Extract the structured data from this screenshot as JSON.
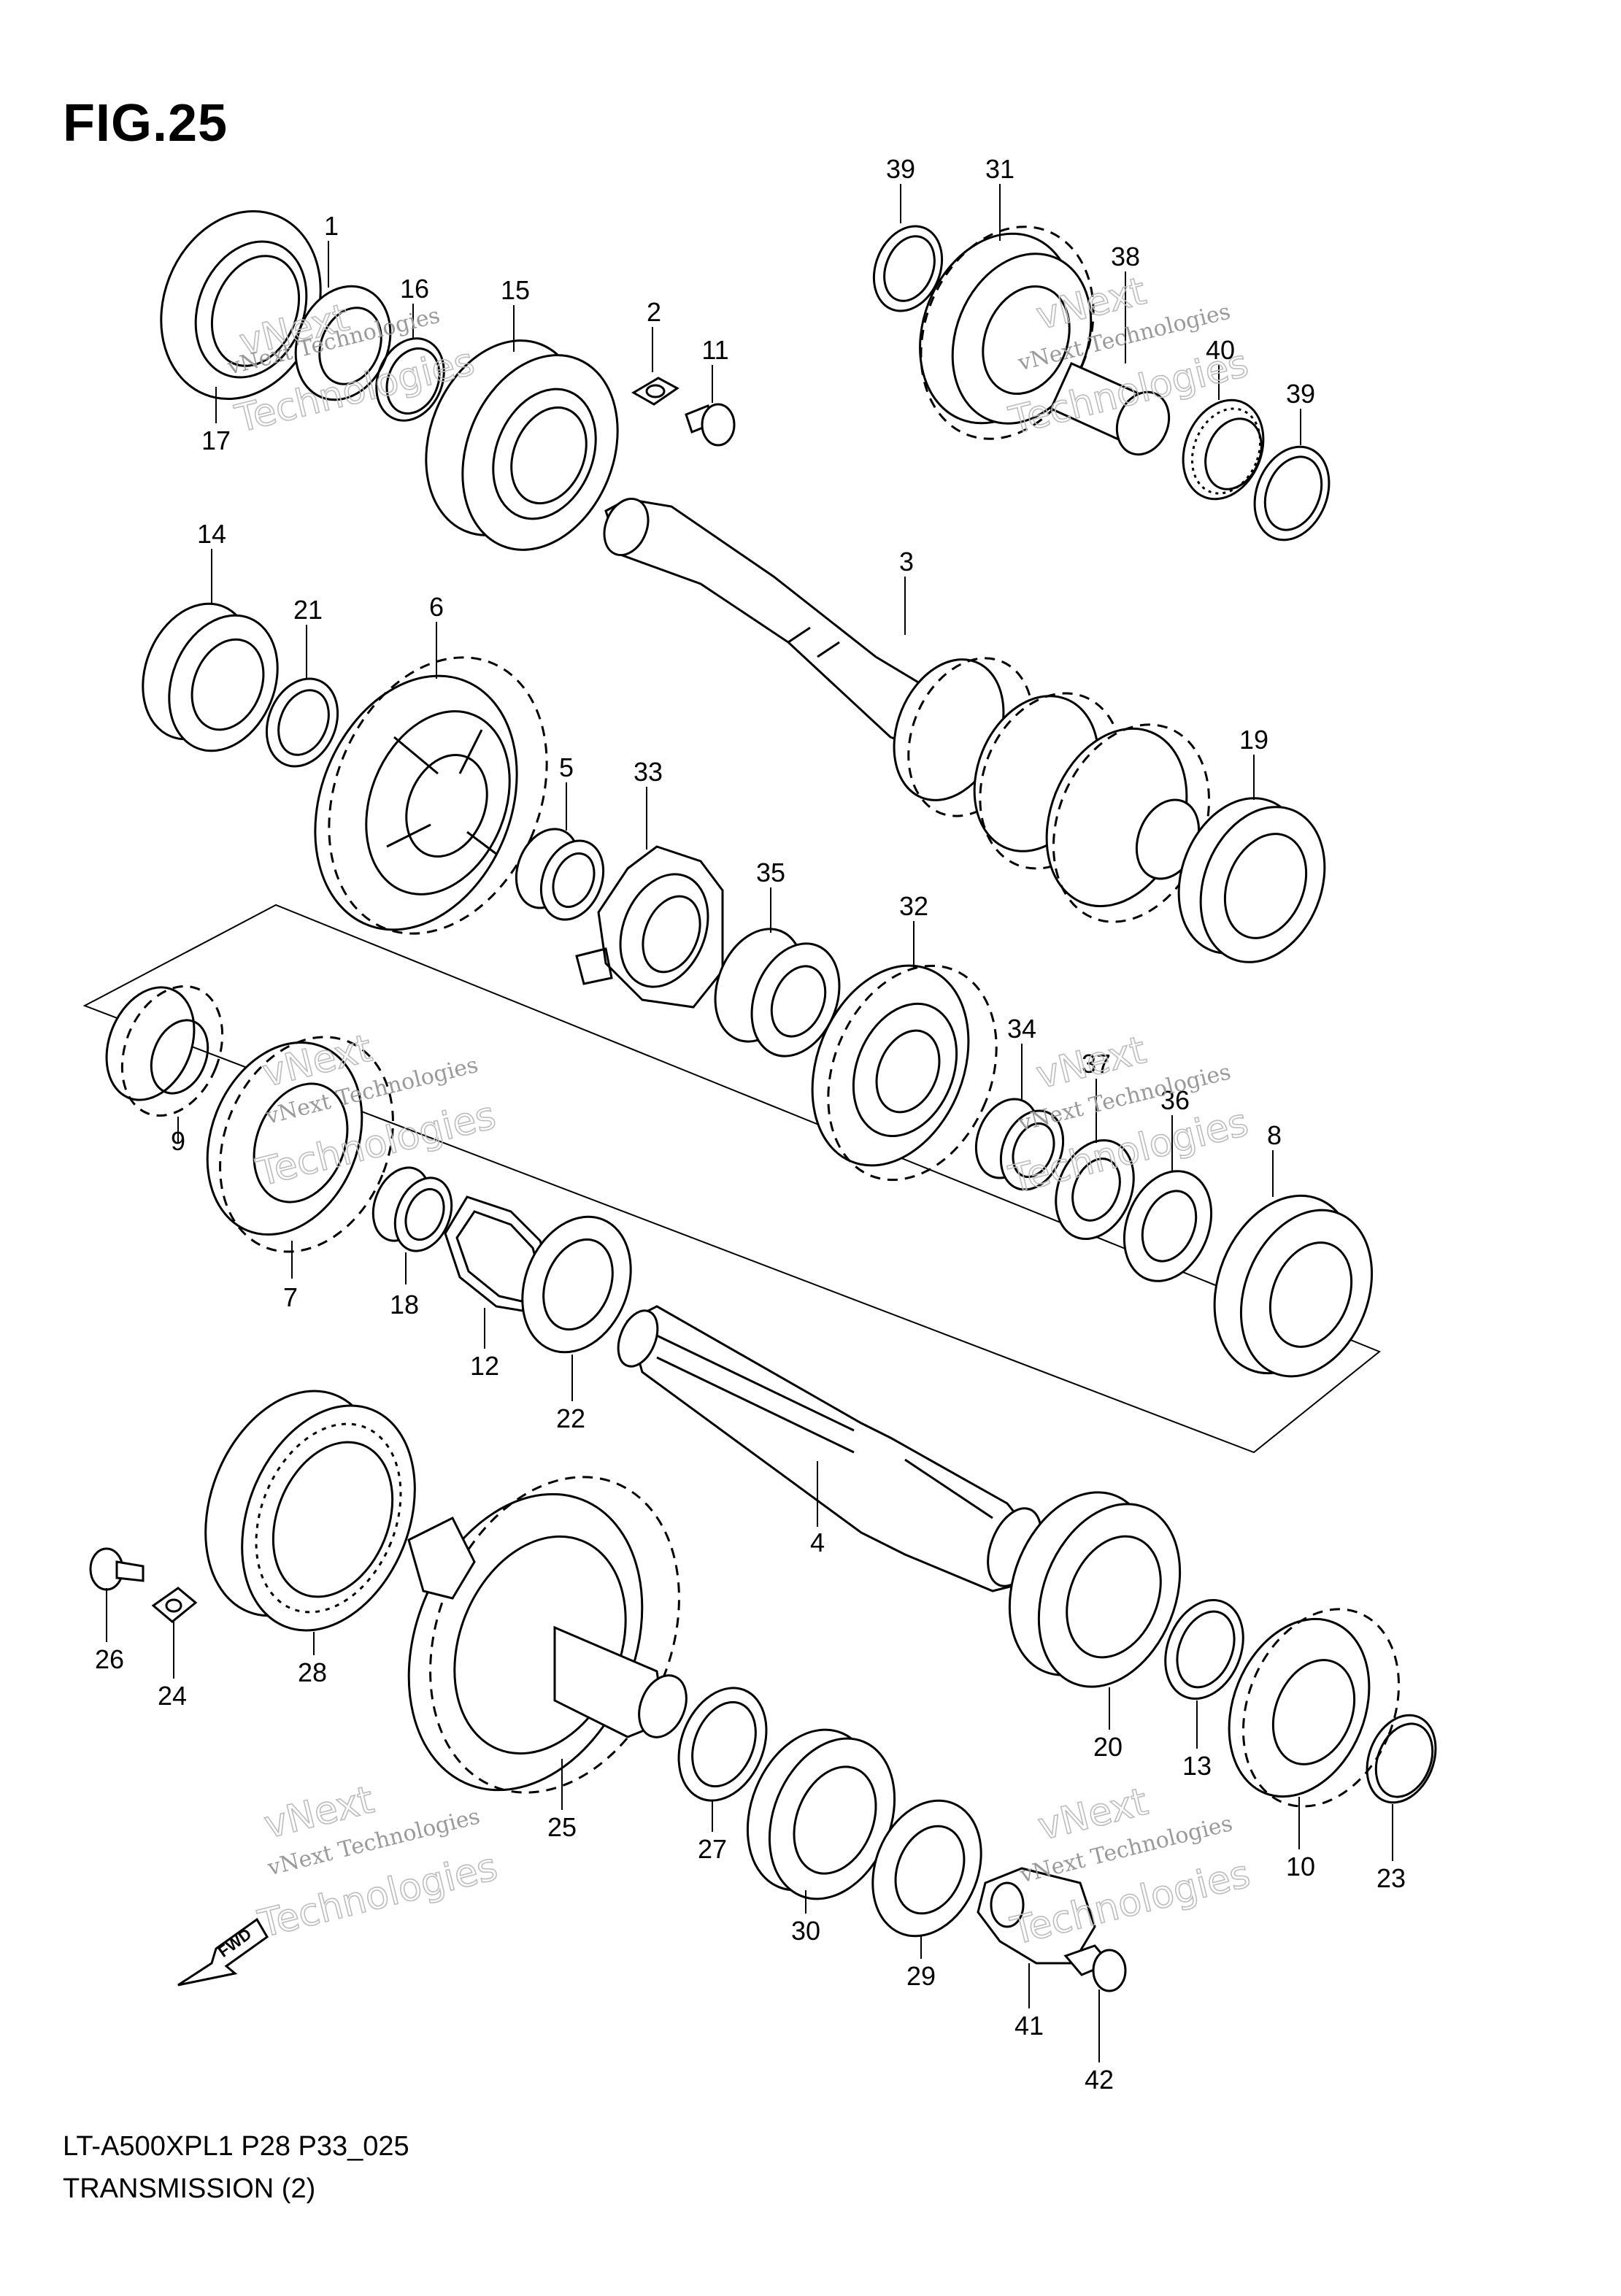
{
  "figure": {
    "title": "FIG.25",
    "model_code": "LT-A500XPL1 P28 P33_025",
    "section_title": "TRANSMISSION (2)"
  },
  "fwd_label": "FWD",
  "watermark": {
    "line1": "vNext",
    "line2": "vNext Technologies",
    "line3": "Technologies"
  },
  "callouts": [
    {
      "id": "c1",
      "label": "1"
    },
    {
      "id": "c2",
      "label": "2"
    },
    {
      "id": "c3",
      "label": "3"
    },
    {
      "id": "c4",
      "label": "4"
    },
    {
      "id": "c5",
      "label": "5"
    },
    {
      "id": "c6",
      "label": "6"
    },
    {
      "id": "c7",
      "label": "7"
    },
    {
      "id": "c8",
      "label": "8"
    },
    {
      "id": "c9",
      "label": "9"
    },
    {
      "id": "c10",
      "label": "10"
    },
    {
      "id": "c11",
      "label": "11"
    },
    {
      "id": "c12",
      "label": "12"
    },
    {
      "id": "c13",
      "label": "13"
    },
    {
      "id": "c14",
      "label": "14"
    },
    {
      "id": "c15",
      "label": "15"
    },
    {
      "id": "c16",
      "label": "16"
    },
    {
      "id": "c17",
      "label": "17"
    },
    {
      "id": "c18",
      "label": "18"
    },
    {
      "id": "c19",
      "label": "19"
    },
    {
      "id": "c20",
      "label": "20"
    },
    {
      "id": "c21",
      "label": "21"
    },
    {
      "id": "c22",
      "label": "22"
    },
    {
      "id": "c23",
      "label": "23"
    },
    {
      "id": "c24",
      "label": "24"
    },
    {
      "id": "c25",
      "label": "25"
    },
    {
      "id": "c26",
      "label": "26"
    },
    {
      "id": "c27",
      "label": "27"
    },
    {
      "id": "c28",
      "label": "28"
    },
    {
      "id": "c29",
      "label": "29"
    },
    {
      "id": "c30",
      "label": "30"
    },
    {
      "id": "c31",
      "label": "31"
    },
    {
      "id": "c32",
      "label": "32"
    },
    {
      "id": "c33",
      "label": "33"
    },
    {
      "id": "c34",
      "label": "34"
    },
    {
      "id": "c35",
      "label": "35"
    },
    {
      "id": "c36",
      "label": "36"
    },
    {
      "id": "c37",
      "label": "37"
    },
    {
      "id": "c38",
      "label": "38"
    },
    {
      "id": "c39a",
      "label": "39"
    },
    {
      "id": "c39b",
      "label": "39"
    },
    {
      "id": "c40",
      "label": "40"
    },
    {
      "id": "c41",
      "label": "41"
    },
    {
      "id": "c42",
      "label": "42"
    }
  ]
}
